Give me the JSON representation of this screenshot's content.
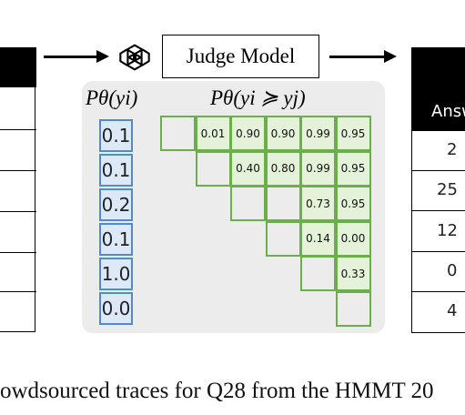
{
  "judge": {
    "label": "Judge Model",
    "logo_icon": "openai-logo-icon"
  },
  "labels": {
    "pointwise": "Pθ(yi)",
    "pairwise": "Pθ(yi ≽ yj)"
  },
  "pointwise_probs": [
    "0.1",
    "0.1",
    "0.2",
    "0.1",
    "1.0",
    "0.0"
  ],
  "pairwise_matrix": [
    [
      "",
      "0.01",
      "0.90",
      "0.90",
      "0.99",
      "0.95"
    ],
    [
      "",
      "",
      "0.40",
      "0.80",
      "0.99",
      "0.95"
    ],
    [
      "",
      "",
      "",
      "",
      "0.73",
      "0.95"
    ],
    [
      "",
      "",
      "",
      "",
      "0.14",
      "0.00"
    ],
    [
      "",
      "",
      "",
      "",
      "",
      "0.33"
    ],
    [
      "",
      "",
      "",
      "",
      "",
      ""
    ]
  ],
  "right_table": {
    "header": "Answ",
    "values": [
      "2",
      "25",
      "12",
      "0",
      "4"
    ]
  },
  "caption": {
    "line1": "owdsourced traces for Q28 from the HMMT 20",
    "line2": ""
  },
  "colors": {
    "blue_border": "#4a8dd1",
    "blue_fill": "#dde9f7",
    "green_border": "#6aaf4a",
    "green_fill": "#e3f2d8",
    "panel": "#ececec"
  }
}
